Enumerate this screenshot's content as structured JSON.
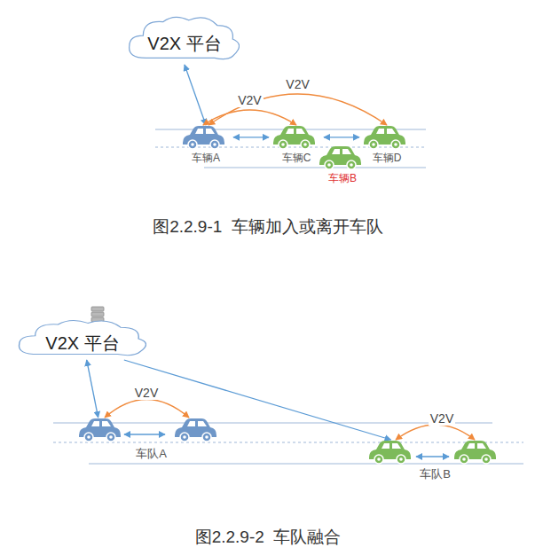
{
  "diagram": {
    "nodes": [
      {
        "text": [
          "V2X 平台"
        ]
      },
      {
        "text": [
          "车辆A"
        ]
      },
      {
        "text": [
          "车辆C"
        ]
      },
      {
        "text": [
          "车辆D"
        ]
      },
      {
        "text": [
          "车辆B"
        ]
      },
      {
        "text": [
          "V2X 平台"
        ]
      },
      {
        "text": [
          "车队A"
        ]
      },
      {
        "text": [
          "车队B"
        ]
      }
    ],
    "edges": [
      {
        "from": 0,
        "to": 1,
        "arrow": "both"
      },
      {
        "from": 1,
        "to": 2,
        "arrow": "both"
      },
      {
        "from": 2,
        "to": 3,
        "arrow": "both"
      },
      {
        "from": 1,
        "to": 3,
        "label": "V2V",
        "arrow": "both"
      },
      {
        "from": 1,
        "to": 2,
        "label": "V2V",
        "arrow": "both"
      },
      {
        "from": 5,
        "to": 6,
        "arrow": "both"
      },
      {
        "from": 5,
        "to": 7,
        "arrow": "to"
      }
    ],
    "labels": [
      "V2V",
      "V2V",
      "图2.2.9-1  车辆加入或离开车队",
      "图2.2.9-2  车队融合"
    ]
  }
}
